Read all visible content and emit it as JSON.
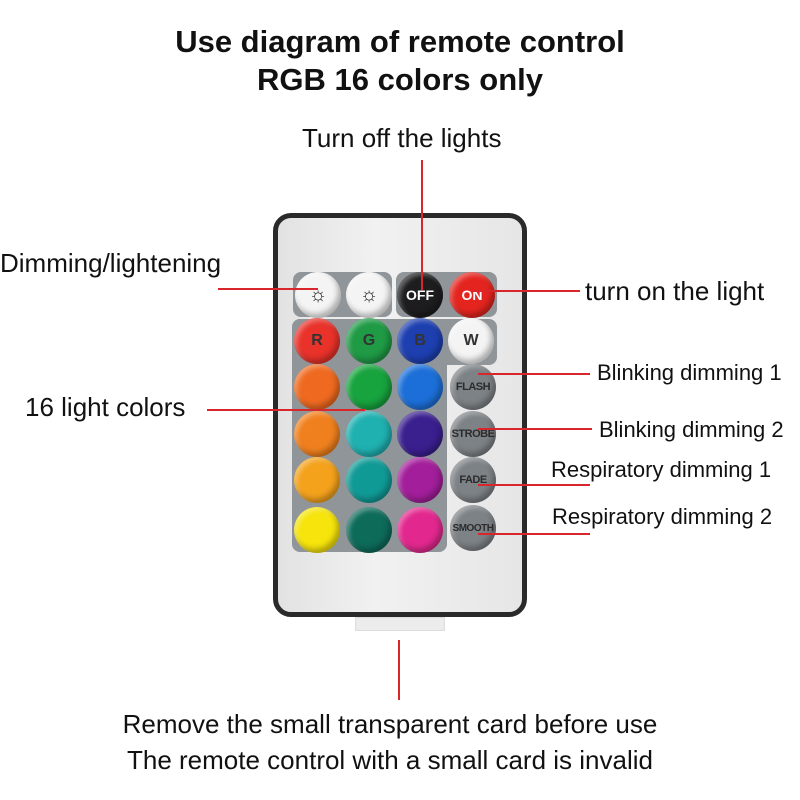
{
  "title": {
    "line1": "Use diagram of remote control",
    "line2": "RGB 16 colors only"
  },
  "labels": {
    "off": "Turn off the lights",
    "dimming": "Dimming/lightening",
    "on": "turn on the light",
    "colors": "16 light colors",
    "blink1": "Blinking dimming 1",
    "blink2": "Blinking dimming 2",
    "resp1": "Respiratory dimming 1",
    "resp2": "Respiratory dimming 2"
  },
  "footer": {
    "line1": "Remove the small transparent card before use",
    "line2": "The remote control with a small card is invalid"
  },
  "buttons": {
    "off": "OFF",
    "on": "ON",
    "r": "R",
    "g": "G",
    "b": "B",
    "w": "W",
    "flash": "FLASH",
    "strobe": "STROBE",
    "fade": "FADE",
    "smooth": "SMOOTH"
  },
  "colors": {
    "line": "#d9262a",
    "grid": [
      [
        "#e8322a",
        "#1f9a45",
        "#1d3fb0"
      ],
      [
        "#ef6a20",
        "#17a33e",
        "#1c6fd8"
      ],
      [
        "#f0801e",
        "#1fb0b0",
        "#3a1f8f"
      ],
      [
        "#f4a21c",
        "#109a96",
        "#a21e9a"
      ],
      [
        "#f6e40c",
        "#0d6b5a",
        "#e2288e"
      ]
    ]
  }
}
